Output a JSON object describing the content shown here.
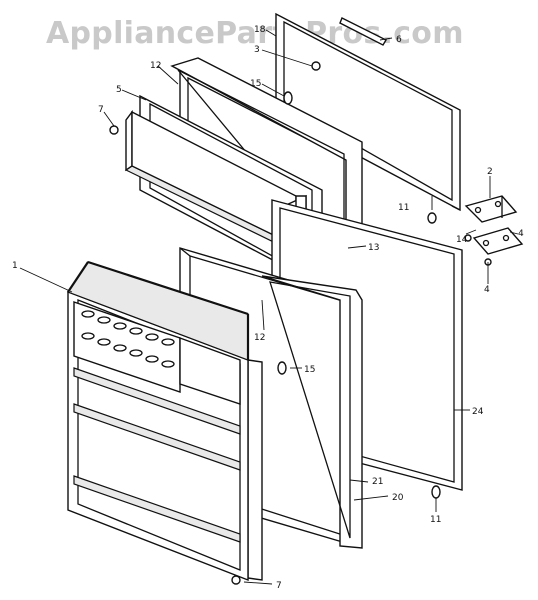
{
  "watermark": "AppliancePartsPros.com",
  "callouts": {
    "c1": "1",
    "c2": "2",
    "c3": "3",
    "c4a": "4",
    "c4b": "4",
    "c5": "5",
    "c6": "6",
    "c7a": "7",
    "c7b": "7",
    "c11a": "11",
    "c11b": "11",
    "c12a": "12",
    "c12b": "12",
    "c13": "13",
    "c14": "14",
    "c15a": "15",
    "c15b": "15",
    "c18": "18",
    "c20": "20",
    "c21": "21",
    "c24": "24"
  }
}
